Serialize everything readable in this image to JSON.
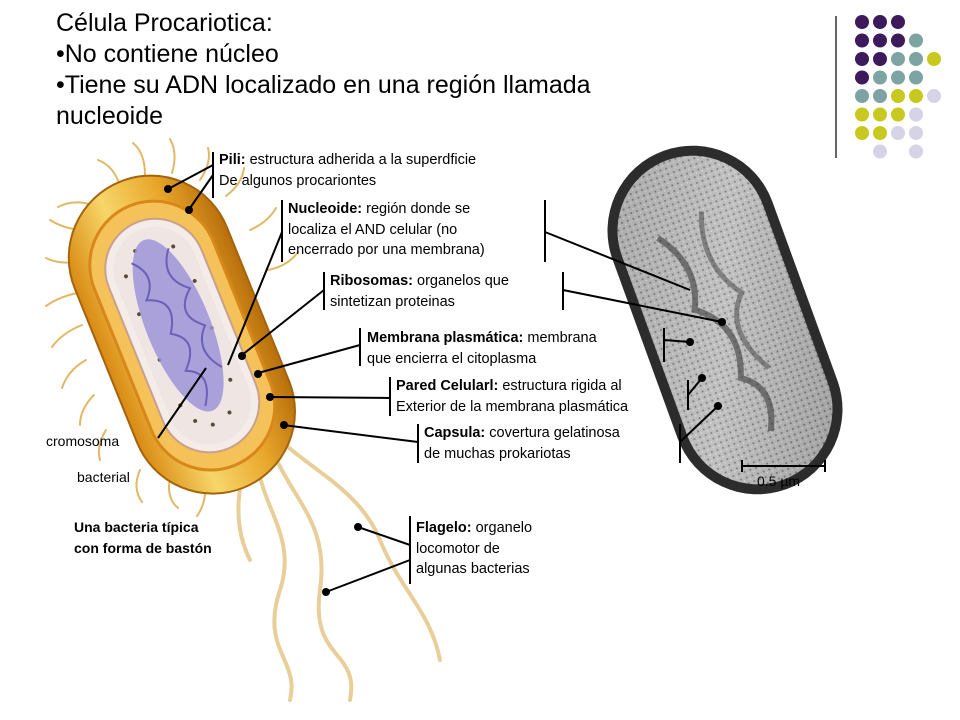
{
  "slide": {
    "title_lines": [
      "Célula Procariotica:",
      "•No contiene núcleo",
      "•Tiene su ADN localizado en una región llamada",
      "nucleoide"
    ],
    "labels": {
      "pili": {
        "term": "Pili:",
        "line1": " estructura adherida a la superdficie",
        "line2": "De algunos procariontes"
      },
      "nucleoide": {
        "term": "Nucleoide:",
        "line1": " región donde se",
        "line2": "localiza el AND celular (no",
        "line3": "encerrado por una membrana)"
      },
      "ribosomas": {
        "term": "Ribosomas:",
        "line1": " organelos que",
        "line2": "sintetizan proteinas"
      },
      "membrana": {
        "term": "Membrana plasmática:",
        "line1": " membrana",
        "line2": "que encierra el citoplasma"
      },
      "pared": {
        "term": "Pared Celularl:",
        "line1": " estructura rigida al",
        "line2": "Exterior de la membrana plasmática"
      },
      "capsula": {
        "term": "Capsula:",
        "line1": " covertura gelatinosa",
        "line2": "de muchas prokariotas"
      },
      "flagelo": {
        "term": "Flagelo:",
        "line1": " organelo",
        "line2": "locomotor de",
        "line3": "algunas bacterias"
      }
    },
    "cromosoma": "cromosoma",
    "bacterial": "bacterial",
    "caption_line1": "Una bacteria típica",
    "caption_line2": "con forma de bastón",
    "scale_bar": "0.5 µm",
    "colors": {
      "purple": "#3d1a5c",
      "teal": "#7ea3a3",
      "yellow": "#c9c81e",
      "lavender": "#d6d3e6"
    }
  }
}
